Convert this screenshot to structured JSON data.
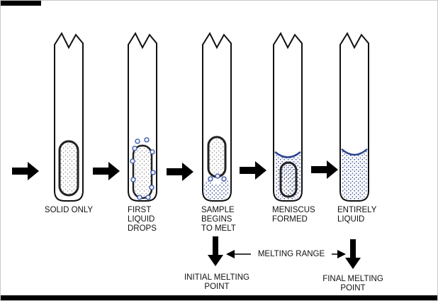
{
  "diagram": {
    "stages": [
      {
        "name": "solid-only",
        "label_lines": [
          "SOLID ONLY"
        ]
      },
      {
        "name": "first-liquid-drops",
        "label_lines": [
          "FIRST",
          "LIQUID",
          "DROPS"
        ]
      },
      {
        "name": "sample-begins-to-melt",
        "label_lines": [
          "SAMPLE",
          "BEGINS",
          "TO MELT"
        ]
      },
      {
        "name": "meniscus-formed",
        "label_lines": [
          "MENISCUS",
          "FORMED"
        ]
      },
      {
        "name": "entirely-liquid",
        "label_lines": [
          "ENTIRELY",
          "LIQUID"
        ]
      }
    ],
    "annotations": {
      "melting_range": "MELTING RANGE",
      "initial_point_lines": [
        "INITIAL MELTING",
        "POINT"
      ],
      "final_point_lines": [
        "FINAL MELTING",
        "POINT"
      ]
    },
    "colors": {
      "liquid_blue": "#3a57a7",
      "meniscus_blue": "#2c4590",
      "solid_stipple_gray": "#8f8f8f",
      "outline_black": "#111111",
      "arrow_black": "#000000"
    }
  }
}
